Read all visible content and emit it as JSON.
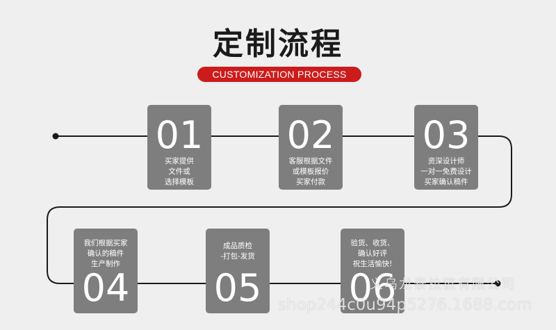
{
  "header": {
    "title": "定制流程",
    "subtitle": "CUSTOMIZATION PROCESS"
  },
  "steps": [
    {
      "number": "01",
      "lines": [
        "买家提供",
        "文件或",
        "选择模板"
      ]
    },
    {
      "number": "02",
      "lines": [
        "客服根据文件",
        "或模板报价",
        "买家付款"
      ]
    },
    {
      "number": "03",
      "lines": [
        "资深设计师",
        "一对一免费设计",
        "买家确认稿件"
      ]
    },
    {
      "number": "04",
      "lines": [
        "我们根据买家",
        "确认的稿件",
        "生产制作"
      ]
    },
    {
      "number": "05",
      "lines": [
        "成品质检",
        "-打包-发货"
      ]
    },
    {
      "number": "06",
      "lines": [
        "验货、收货、",
        "确认好评",
        "祝生活愉快!"
      ]
    }
  ],
  "watermark": {
    "company": "义乌龙泰拉链有限公司",
    "url": "shop244c0u94p5276.1688.com"
  },
  "colors": {
    "accent": "#cc1b1b",
    "box": "#7e7e7e",
    "background": "#efefef",
    "line": "#1a1a1a"
  }
}
